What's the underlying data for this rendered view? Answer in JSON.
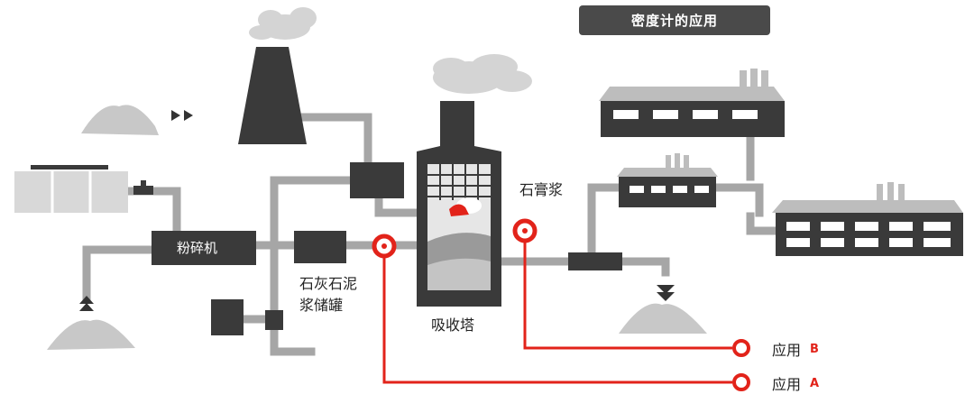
{
  "title": "密度计的应用",
  "labels": {
    "crusher": "粉碎机",
    "lime_tank_line1": "石灰石泥",
    "lime_tank_line2": "浆储罐",
    "gypsum": "石膏浆",
    "absorber": "吸收塔"
  },
  "applications": [
    {
      "text": "应用",
      "key": "B"
    },
    {
      "text": "应用",
      "key": "A"
    }
  ],
  "colors": {
    "pipe": "#a6a6a6",
    "equipment": "#3a3a3a",
    "accent": "#e2231a",
    "cloud": "#d4d4d4",
    "pile": "#c8c8c8"
  }
}
